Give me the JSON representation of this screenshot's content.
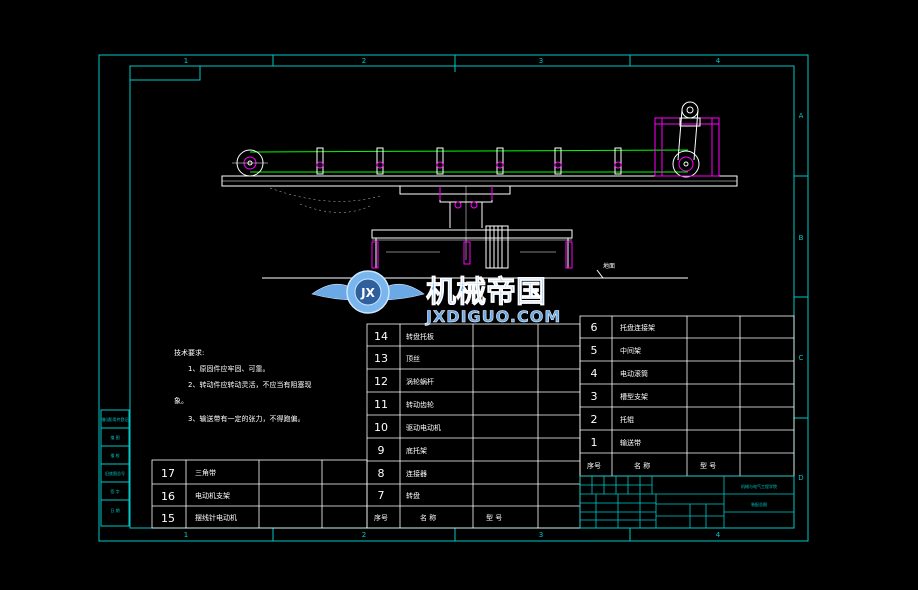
{
  "colors": {
    "background": "#000000",
    "frame": "#00c8c8",
    "machine": "#ffffff",
    "accent": "#ff00ff",
    "belt": "#00ff00",
    "text_yellow": "#ffff80",
    "watermark": "#6aa9e6"
  },
  "frame": {
    "col_numbers": [
      "1",
      "2",
      "3",
      "4"
    ],
    "row_letters": [
      "A",
      "B",
      "C",
      "D"
    ]
  },
  "labels": {
    "ground": "地面"
  },
  "watermark": {
    "name_cn": "机械帝国",
    "domain": "JXDIGUO.COM",
    "logo": "JX"
  },
  "notes": {
    "heading": "技术要求:",
    "lines": [
      "1、原固件应牢固、可靠。",
      "2、转动件应转动灵活，不应当有阻塞现",
      "象。",
      "3、输送带有一定的张力，不得跑偏。"
    ]
  },
  "parts_left": [
    {
      "no": "17",
      "name": "三角带"
    },
    {
      "no": "16",
      "name": "电动机支架"
    },
    {
      "no": "15",
      "name": "摆线针电动机"
    }
  ],
  "parts_middle": [
    {
      "no": "14",
      "name": "转盘托板"
    },
    {
      "no": "13",
      "name": "顶丝"
    },
    {
      "no": "12",
      "name": "涡轮蜗杆"
    },
    {
      "no": "11",
      "name": "转动齿轮"
    },
    {
      "no": "10",
      "name": "驱动电动机"
    },
    {
      "no": "9",
      "name": "底托架"
    },
    {
      "no": "8",
      "name": "连接器"
    },
    {
      "no": "7",
      "name": "转盘"
    }
  ],
  "parts_right": [
    {
      "no": "6",
      "name": "托盘连接架"
    },
    {
      "no": "5",
      "name": "中间架"
    },
    {
      "no": "4",
      "name": "电动滚筒"
    },
    {
      "no": "3",
      "name": "槽型支架"
    },
    {
      "no": "2",
      "name": "托辊"
    },
    {
      "no": "1",
      "name": "输送带"
    }
  ],
  "header_row": {
    "no": "序号",
    "name": "名 称",
    "spec": "型 号"
  },
  "title_block": {
    "school": "机械与电气工程学院",
    "drawing": "装配总图"
  },
  "left_strip": [
    "借(通)用件登记",
    "描 图",
    "描 校",
    "旧底图总号",
    "签 字",
    "日 期"
  ]
}
